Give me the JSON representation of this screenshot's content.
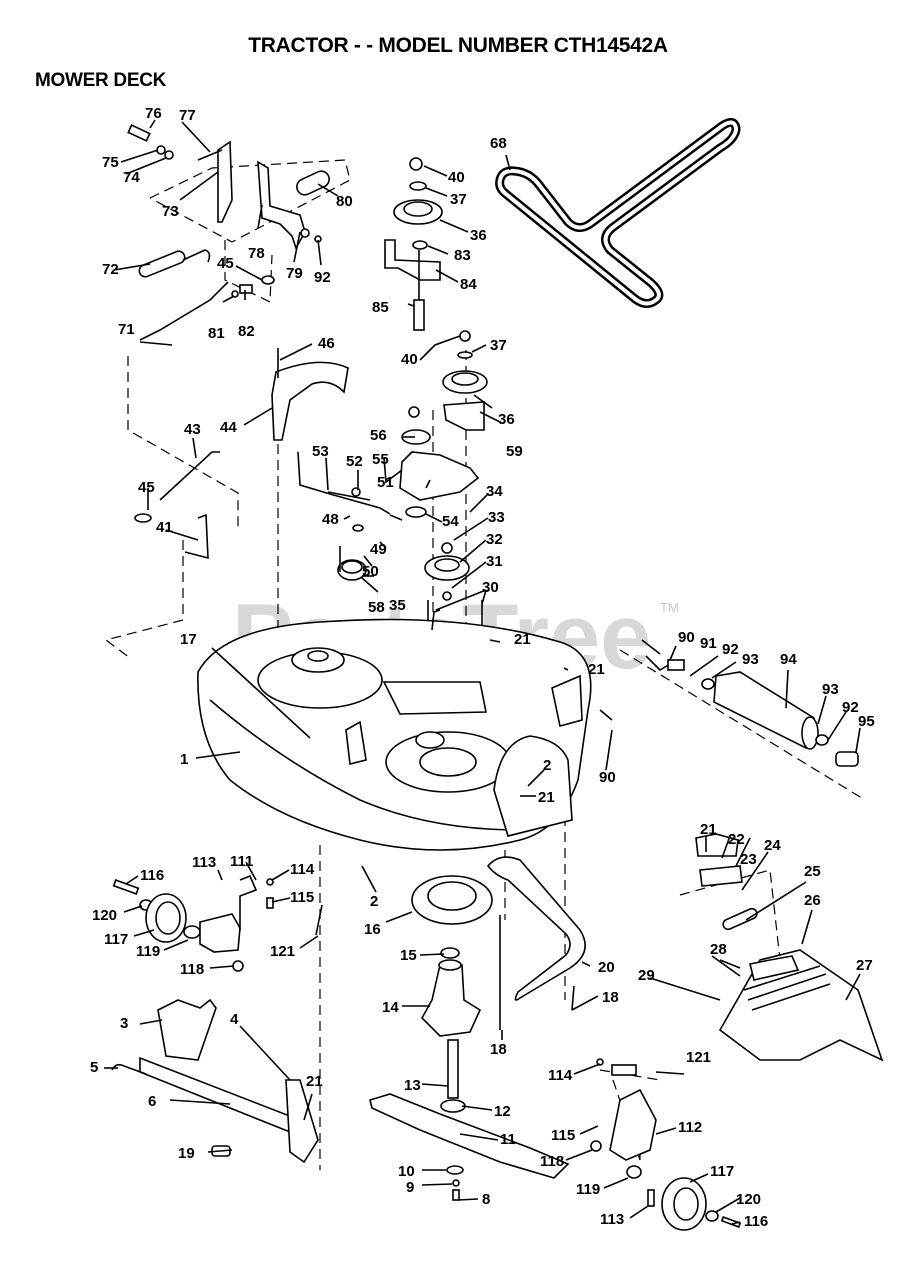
{
  "header": {
    "title": "TRACTOR - - MODEL NUMBER CTH14542A",
    "section": "MOWER DECK"
  },
  "watermark": {
    "text": "PartsTree",
    "trademark": "TM"
  },
  "callouts": [
    {
      "id": "76",
      "label": "76"
    },
    {
      "id": "77",
      "label": "77"
    },
    {
      "id": "75",
      "label": "75"
    },
    {
      "id": "74",
      "label": "74"
    },
    {
      "id": "73",
      "label": "73"
    },
    {
      "id": "78",
      "label": "78"
    },
    {
      "id": "79",
      "label": "79"
    },
    {
      "id": "92a",
      "label": "92"
    },
    {
      "id": "80",
      "label": "80"
    },
    {
      "id": "72",
      "label": "72"
    },
    {
      "id": "45a",
      "label": "45"
    },
    {
      "id": "81",
      "label": "81"
    },
    {
      "id": "82",
      "label": "82"
    },
    {
      "id": "71",
      "label": "71"
    },
    {
      "id": "40a",
      "label": "40"
    },
    {
      "id": "37a",
      "label": "37"
    },
    {
      "id": "36a",
      "label": "36"
    },
    {
      "id": "83",
      "label": "83"
    },
    {
      "id": "84",
      "label": "84"
    },
    {
      "id": "85",
      "label": "85"
    },
    {
      "id": "68",
      "label": "68"
    },
    {
      "id": "46",
      "label": "46"
    },
    {
      "id": "40b",
      "label": "40"
    },
    {
      "id": "37b",
      "label": "37"
    },
    {
      "id": "36b",
      "label": "36"
    },
    {
      "id": "44",
      "label": "44"
    },
    {
      "id": "56",
      "label": "56"
    },
    {
      "id": "59",
      "label": "59"
    },
    {
      "id": "43",
      "label": "43"
    },
    {
      "id": "53",
      "label": "53"
    },
    {
      "id": "52",
      "label": "52"
    },
    {
      "id": "55",
      "label": "55"
    },
    {
      "id": "51",
      "label": "51"
    },
    {
      "id": "34",
      "label": "34"
    },
    {
      "id": "45b",
      "label": "45"
    },
    {
      "id": "48",
      "label": "48"
    },
    {
      "id": "54",
      "label": "54"
    },
    {
      "id": "33",
      "label": "33"
    },
    {
      "id": "41",
      "label": "41"
    },
    {
      "id": "49",
      "label": "49"
    },
    {
      "id": "32",
      "label": "32"
    },
    {
      "id": "50",
      "label": "50"
    },
    {
      "id": "31",
      "label": "31"
    },
    {
      "id": "58",
      "label": "58"
    },
    {
      "id": "35",
      "label": "35"
    },
    {
      "id": "30",
      "label": "30"
    },
    {
      "id": "17",
      "label": "17"
    },
    {
      "id": "21a",
      "label": "21"
    },
    {
      "id": "90a",
      "label": "90"
    },
    {
      "id": "91",
      "label": "91"
    },
    {
      "id": "92b",
      "label": "92"
    },
    {
      "id": "93a",
      "label": "93"
    },
    {
      "id": "94",
      "label": "94"
    },
    {
      "id": "21b",
      "label": "21"
    },
    {
      "id": "93b",
      "label": "93"
    },
    {
      "id": "92c",
      "label": "92"
    },
    {
      "id": "95",
      "label": "95"
    },
    {
      "id": "1",
      "label": "1"
    },
    {
      "id": "2a",
      "label": "2"
    },
    {
      "id": "21c",
      "label": "21"
    },
    {
      "id": "90b",
      "label": "90"
    },
    {
      "id": "21d",
      "label": "21"
    },
    {
      "id": "22",
      "label": "22"
    },
    {
      "id": "23",
      "label": "23"
    },
    {
      "id": "24",
      "label": "24"
    },
    {
      "id": "25",
      "label": "25"
    },
    {
      "id": "26",
      "label": "26"
    },
    {
      "id": "113a",
      "label": "113"
    },
    {
      "id": "111",
      "label": "111"
    },
    {
      "id": "114a",
      "label": "114"
    },
    {
      "id": "116a",
      "label": "116"
    },
    {
      "id": "115a",
      "label": "115"
    },
    {
      "id": "2b",
      "label": "2"
    },
    {
      "id": "120a",
      "label": "120"
    },
    {
      "id": "16",
      "label": "16"
    },
    {
      "id": "117a",
      "label": "117"
    },
    {
      "id": "119a",
      "label": "119"
    },
    {
      "id": "121a",
      "label": "121"
    },
    {
      "id": "28",
      "label": "28"
    },
    {
      "id": "27",
      "label": "27"
    },
    {
      "id": "15",
      "label": "15"
    },
    {
      "id": "118a",
      "label": "118"
    },
    {
      "id": "20",
      "label": "20"
    },
    {
      "id": "29",
      "label": "29"
    },
    {
      "id": "14",
      "label": "14"
    },
    {
      "id": "18a",
      "label": "18"
    },
    {
      "id": "18b",
      "label": "18"
    },
    {
      "id": "3",
      "label": "3"
    },
    {
      "id": "4",
      "label": "4"
    },
    {
      "id": "5",
      "label": "5"
    },
    {
      "id": "21e",
      "label": "21"
    },
    {
      "id": "114b",
      "label": "114"
    },
    {
      "id": "121b",
      "label": "121"
    },
    {
      "id": "13",
      "label": "13"
    },
    {
      "id": "6",
      "label": "6"
    },
    {
      "id": "12",
      "label": "12"
    },
    {
      "id": "115b",
      "label": "115"
    },
    {
      "id": "112",
      "label": "112"
    },
    {
      "id": "11",
      "label": "11"
    },
    {
      "id": "19",
      "label": "19"
    },
    {
      "id": "118b",
      "label": "118"
    },
    {
      "id": "10",
      "label": "10"
    },
    {
      "id": "117b",
      "label": "117"
    },
    {
      "id": "9",
      "label": "9"
    },
    {
      "id": "119b",
      "label": "119"
    },
    {
      "id": "120b",
      "label": "120"
    },
    {
      "id": "8",
      "label": "8"
    },
    {
      "id": "113b",
      "label": "113"
    },
    {
      "id": "116b",
      "label": "116"
    }
  ]
}
